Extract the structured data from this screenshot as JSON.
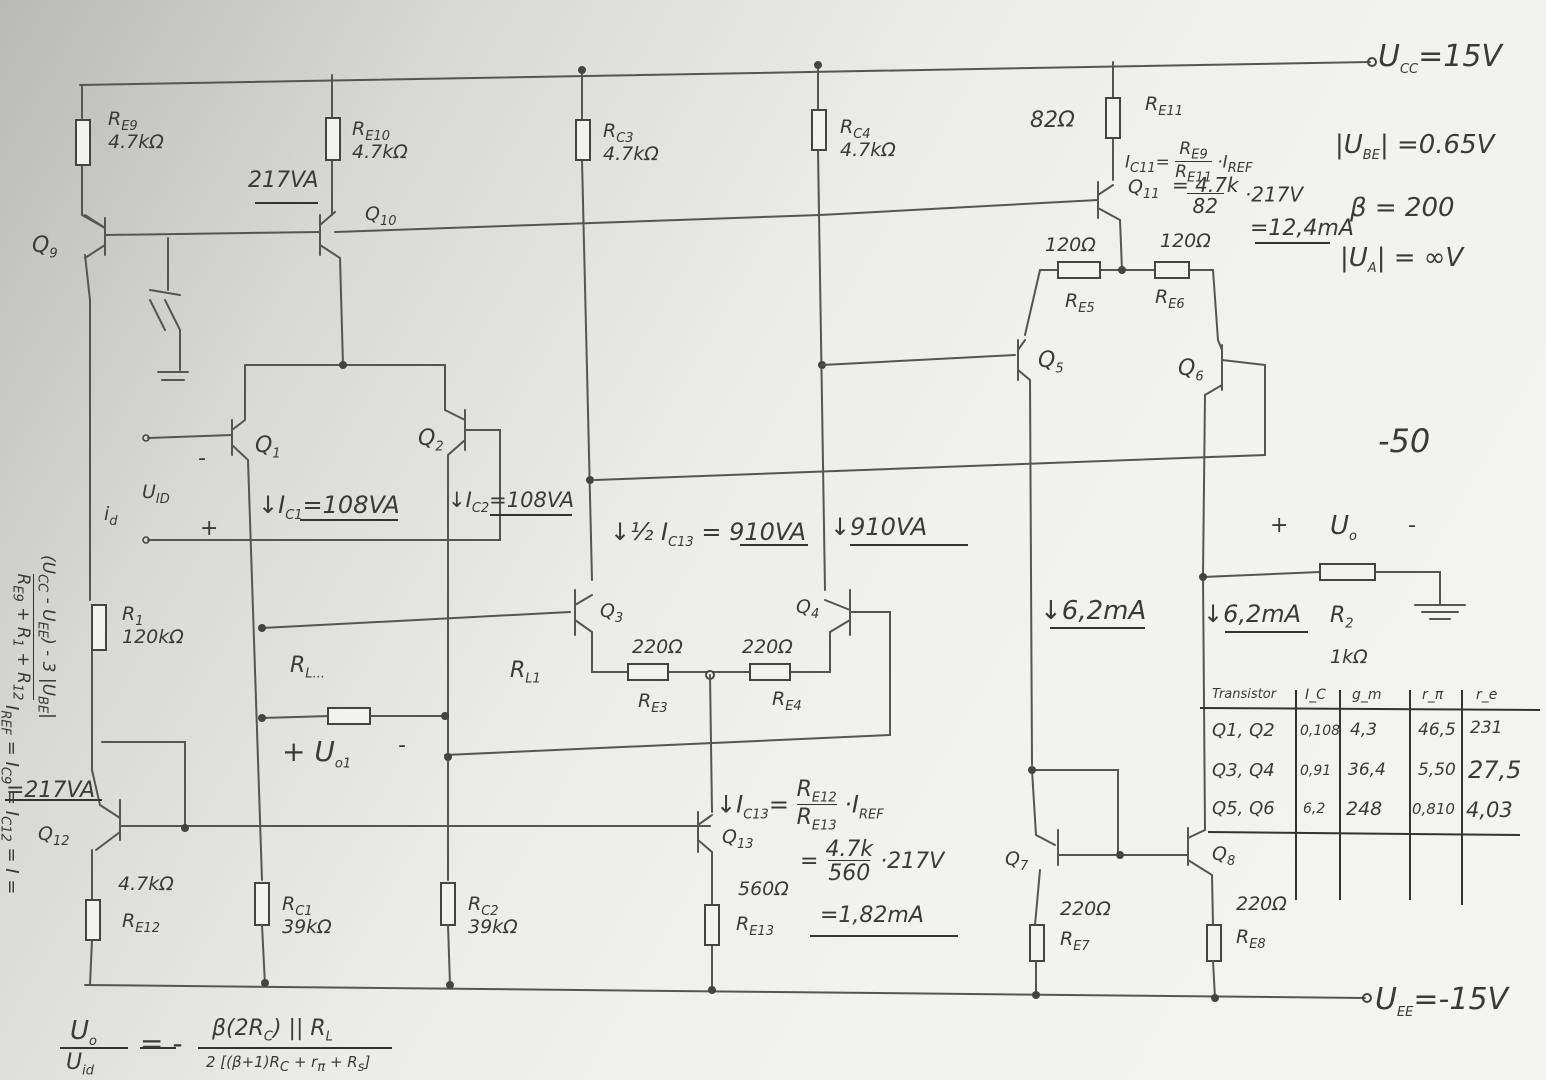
{
  "supply": {
    "vcc": "U",
    "vcc_sub": "CC",
    "vcc_val": "=15V",
    "vee": "U",
    "vee_sub": "EE",
    "vee_val": "=-15V"
  },
  "params": {
    "vbe": "|U",
    "vbe_sub": "BE",
    "vbe_val": "| =0.65V",
    "beta": "β = 200",
    "va": "|U",
    "va_sub": "A",
    "va_val": "| = ∞V"
  },
  "labels": {
    "re9": "R",
    "re9_sub": "E9",
    "re9_val": "4.7kΩ",
    "re10": "R",
    "re10_sub": "E10",
    "re10_val": "4.7kΩ",
    "rc3": "R",
    "rc3_sub": "C3",
    "rc3_val": "4.7kΩ",
    "rc4": "R",
    "rc4_sub": "C4",
    "rc4_val": "4.7kΩ",
    "re11": "R",
    "re11_sub": "E11",
    "re11_val": "82Ω",
    "ic11_a": "I",
    "ic11_a_sub": "C11",
    "ic11_b": "=",
    "ic11_c": "R",
    "ic11_c_sub": "E9",
    "ic11_d": "R",
    "ic11_d_sub": "E11",
    "ic11_e": "·I",
    "ic11_e_sub": "REF",
    "ic11_num": "= 4.7k",
    "ic11_den": "82",
    "ic11_mul": "·217V",
    "ic11_res": "=12,4mA",
    "q11": "Q",
    "q11_sub": "11",
    "q10": "Q",
    "q10_sub": "10",
    "q9": "Q",
    "q9_sub": "9",
    "i_217_top": "217VA",
    "re5_val": "120Ω",
    "re6_val": "120Ω",
    "re5": "R",
    "re5_sub": "E5",
    "re6": "R",
    "re6_sub": "E6",
    "q5": "Q",
    "q5_sub": "5",
    "q6": "Q",
    "q6_sub": "6",
    "minus50": "-50",
    "iref_a": "I",
    "iref_a_sub": "REF",
    "iref_b": "= I",
    "iref_b_sub": "C9",
    "iref_c": "= I",
    "iref_c_sub": "C12",
    "iref_d": "= I =",
    "iref_num": "(U",
    "iref_num_sub": "CC",
    "iref_num2": "- U",
    "iref_num2_sub": "EE",
    "iref_num3": ") - 3 |U",
    "iref_num3_sub": "BE",
    "iref_num4": "|",
    "iref_den": "R",
    "iref_den_sub": "E9",
    "iref_den2": "+ R",
    "iref_den2_sub": "1",
    "iref_den3": "+ R",
    "iref_den3_sub": "12",
    "q1": "Q",
    "q1_sub": "1",
    "q2": "Q",
    "q2_sub": "2",
    "uid": "U",
    "uid_sub": "ID",
    "iid": "i",
    "iid_sub": "d",
    "ic1": "I",
    "ic1_sub": "C1",
    "ic1_val": "=108VA",
    "ic2": "I",
    "ic2_sub": "C2",
    "ic2_val": "=108VA",
    "half_ic13": "½ I",
    "half_ic13_sub": "C13",
    "half_ic13_val": "= 910VA",
    "ic4_val": "910VA",
    "i62_left": "6,2mA",
    "i62_right": "6,2mA",
    "uo": "U",
    "uo_sub": "o",
    "r1": "R",
    "r1_sub": "1",
    "r1_val": "120kΩ",
    "q3": "Q",
    "q3_sub": "3",
    "q4": "Q",
    "q4_sub": "4",
    "re3_val": "220Ω",
    "re4_val": "220Ω",
    "re3": "R",
    "re3_sub": "E3",
    "re4": "R",
    "re4_sub": "E4",
    "r2": "R",
    "r2_sub": "2",
    "r2_val": "1kΩ",
    "rl_a": "R",
    "rl_a_sub": "L...",
    "rl_b": "R",
    "rl_b_sub": "L1",
    "uo1": "U",
    "uo1_sub": "o1",
    "i_217_left": "=217VA",
    "q12": "Q",
    "q12_sub": "12",
    "re12_val": "4.7kΩ",
    "re12": "R",
    "re12_sub": "E12",
    "rc1": "R",
    "rc1_sub": "C1",
    "rc1_val": "39kΩ",
    "rc2": "R",
    "rc2_sub": "C2",
    "rc2_val": "39kΩ",
    "ic13_a": "I",
    "ic13_a_sub": "C13",
    "ic13_b": "=",
    "ic13_num": "R",
    "ic13_num_sub": "E12",
    "ic13_den": "R",
    "ic13_den_sub": "E13",
    "ic13_c": "·I",
    "ic13_c_sub": "REF",
    "ic13_num2": "4.7k",
    "ic13_den2": "560",
    "ic13_mul": "·217V",
    "ic13_res": "=1,82mA",
    "re13_val": "560Ω",
    "re13": "R",
    "re13_sub": "E13",
    "q13": "Q",
    "q13_sub": "13",
    "q7": "Q",
    "q7_sub": "7",
    "q8": "Q",
    "q8_sub": "8",
    "re7_val": "220Ω",
    "re8_val": "220Ω",
    "re7": "R",
    "re7_sub": "E7",
    "re8": "R",
    "re8_sub": "E8",
    "plus": "+",
    "minus": "-"
  },
  "gain_formula": {
    "lhs_num": "U",
    "lhs_num_sub": "o",
    "lhs_den": "U",
    "lhs_den_sub": "id",
    "eq": "= -",
    "num": "β(2R",
    "num_sub": "C",
    "num2": ") || R",
    "num2_sub": "L",
    "den": "2 [(β+1)R",
    "den_sub": "C",
    "den2": "+ r",
    "den2_sub": "π",
    "den3": "+ R",
    "den3_sub": "s",
    "den4": "]"
  },
  "table": {
    "headers": [
      "Transistor",
      "I_C",
      "g_m",
      "r_π",
      "r_e"
    ],
    "rows": [
      [
        "Q1, Q2",
        "0,108",
        "4,3",
        "46,5",
        "231"
      ],
      [
        "Q3, Q4",
        "0,91",
        "36,4",
        "5,50",
        "27,5"
      ],
      [
        "Q5, Q6",
        "6,2",
        "248",
        "0,810",
        "4,03"
      ]
    ]
  }
}
